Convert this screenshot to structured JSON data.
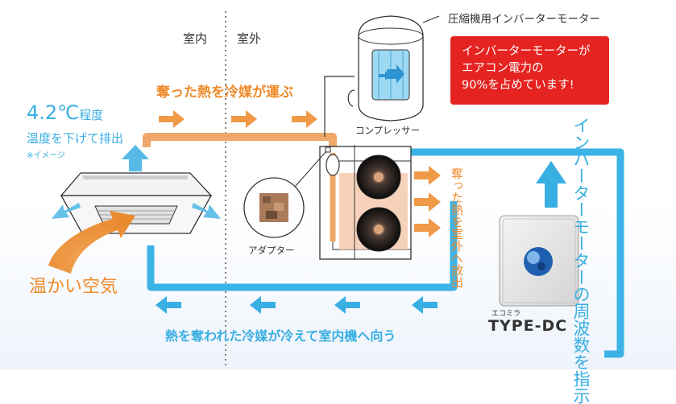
{
  "labels": {
    "indoor": "室内",
    "outdoor": "室外",
    "compressor_inverter_motor": "圧縮機用インバーターモーター",
    "compressor": "コンプレッサー",
    "adapter": "アダプター",
    "carry_heat": "奪った熱を冷媒が運ぶ",
    "temp_value": "4.2℃",
    "temp_degree": "程度",
    "temp_desc": "温度を下げて排出",
    "image_note": "※イメージ",
    "warm_air": "温かい空気",
    "release_heat": "奪った熱を室外へ放出",
    "frequency": "インバーターモーターの周波数を指示",
    "return_flow": "熱を奪われた冷媒が冷えて室内機へ向う",
    "brand_small": "エコミラ",
    "brand_large": "TYPE-DC"
  },
  "alert": {
    "line1": "インバーターモーターが",
    "line2": "エアコン電力の",
    "line3": "90%を占めています!"
  },
  "colors": {
    "orange": "#ee8a2a",
    "blue": "#39aee3",
    "alert_red": "#e52421",
    "text_dark": "#333333"
  }
}
